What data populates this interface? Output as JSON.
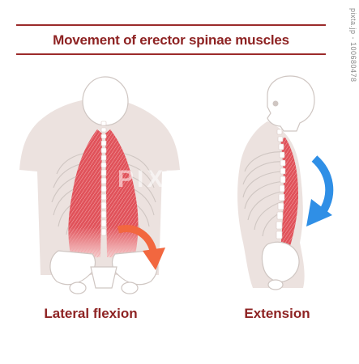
{
  "title": "Movement of erector spinae muscles",
  "captions": {
    "left": "Lateral flexion",
    "right": "Extension"
  },
  "credit": "pixta.jp - 100680478",
  "watermark": "PIXTA",
  "colors": {
    "title": "#8e2323",
    "rule": "#9b2a2a",
    "body": "#ece2df",
    "bone": "#ffffff",
    "bone_outline": "#cfc6c2",
    "muscle": "#e0525a",
    "muscle_dark": "#c7383f",
    "arrow_orange": "#f2673f",
    "arrow_blue": "#2f8fe6"
  },
  "icons": {
    "left_arrow": "curved-arrow-down-right",
    "right_arrow": "curved-arrow-down-left"
  }
}
